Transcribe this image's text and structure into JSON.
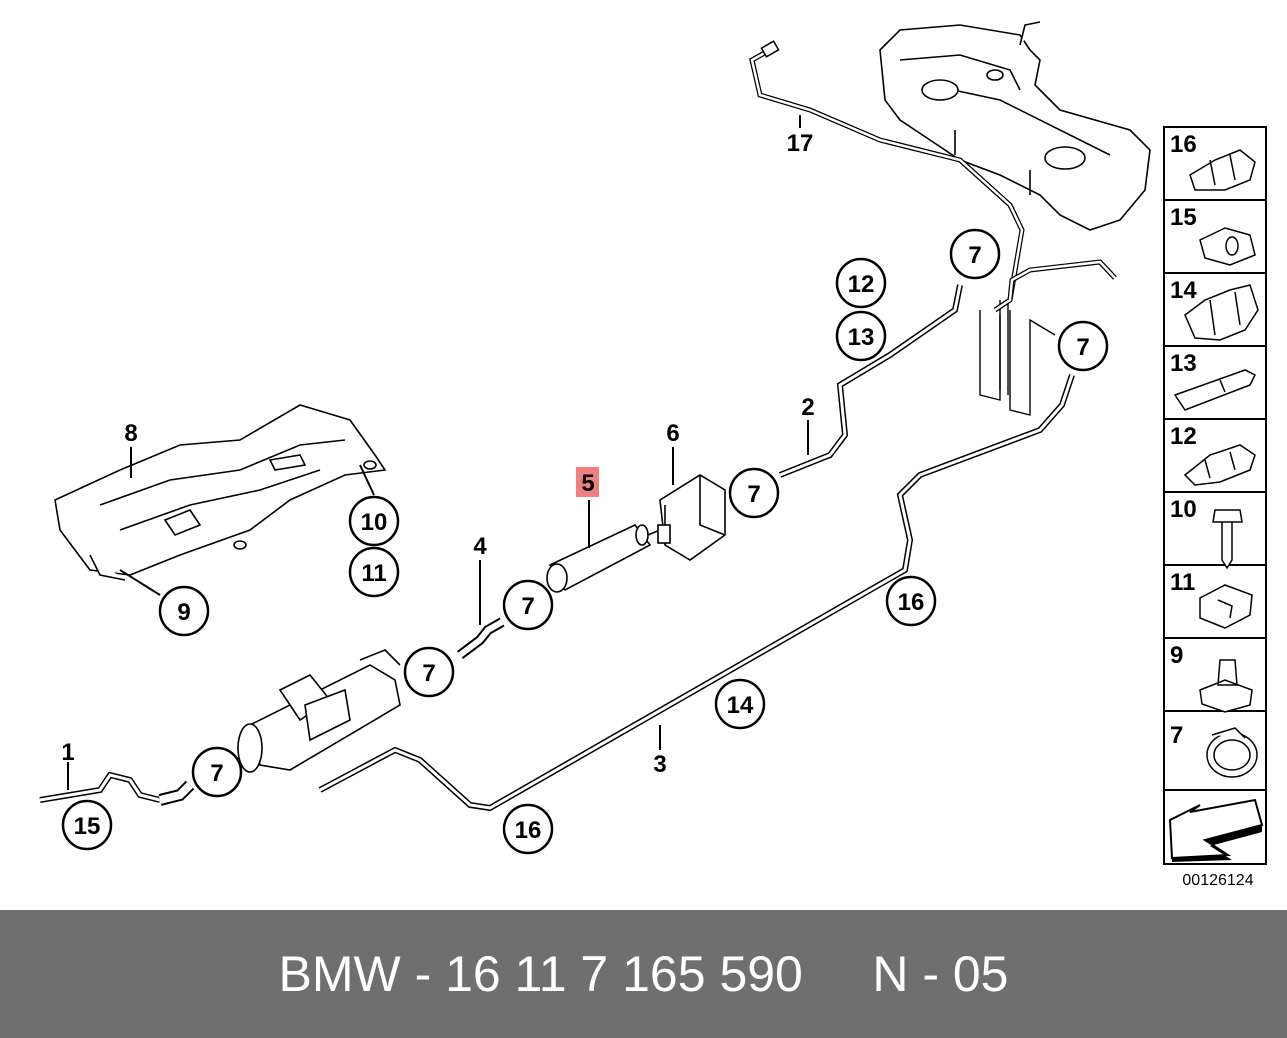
{
  "diagram": {
    "number": "00126124",
    "highlight_color": "#f08080",
    "labels": {
      "l1": "1",
      "l2": "2",
      "l3": "3",
      "l4": "4",
      "l5": "5",
      "l6": "6",
      "l8": "8",
      "l17": "17",
      "c7a": "7",
      "c7b": "7",
      "c7c": "7",
      "c7d": "7",
      "c7e": "7",
      "c7f": "7",
      "c9": "9",
      "c10": "10",
      "c11": "11",
      "c12": "12",
      "c13": "13",
      "c14": "14",
      "c15": "15",
      "c16a": "16",
      "c16b": "16"
    },
    "side_panel": {
      "items": [
        "16",
        "15",
        "14",
        "13",
        "12",
        "10",
        "11",
        "9",
        "7"
      ]
    }
  },
  "footer": {
    "text": "BMW - 16 11 7 165 590     N - 05"
  }
}
